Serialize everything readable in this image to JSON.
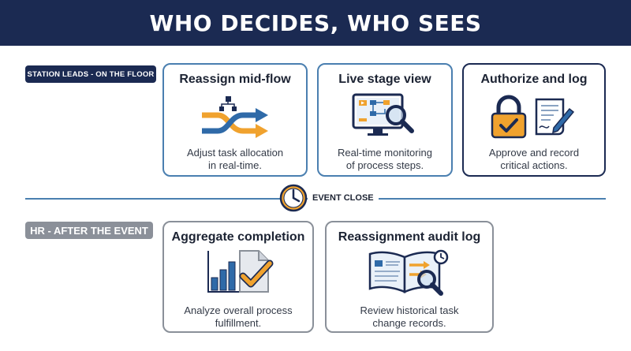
{
  "header": {
    "title": "WHO DECIDES, WHO SEES"
  },
  "sections": {
    "leads_label": "STATION LEADS - ON THE FLOOR",
    "hr_label": "HR - AFTER THE EVENT"
  },
  "milestone": {
    "label": "EVENT CLOSE"
  },
  "cards": [
    {
      "title": "Reassign mid-flow",
      "desc_line1": "Adjust task allocation",
      "desc_line2": "in real-time."
    },
    {
      "title": "Live stage view",
      "desc_line1": "Real-time monitoring",
      "desc_line2": "of process steps."
    },
    {
      "title": "Authorize and log",
      "desc_line1": "Approve and record",
      "desc_line2": "critical actions."
    },
    {
      "title": "Aggregate completion",
      "desc_line1": "Analyze overall process",
      "desc_line2": "fulfillment."
    },
    {
      "title": "Reassignment audit log",
      "desc_line1": "Review historical task",
      "desc_line2": "change records."
    }
  ],
  "colors": {
    "navy": "#1b2a52",
    "blue": "#2f6aa8",
    "orange": "#f0a22e",
    "gray": "#8b9099"
  },
  "icons": [
    "shuffle-arrows-icon",
    "monitor-magnifier-icon",
    "padlock-icon",
    "document-pen-icon",
    "clock-icon",
    "bar-chart-document-icon",
    "open-book-magnifier-icon"
  ]
}
